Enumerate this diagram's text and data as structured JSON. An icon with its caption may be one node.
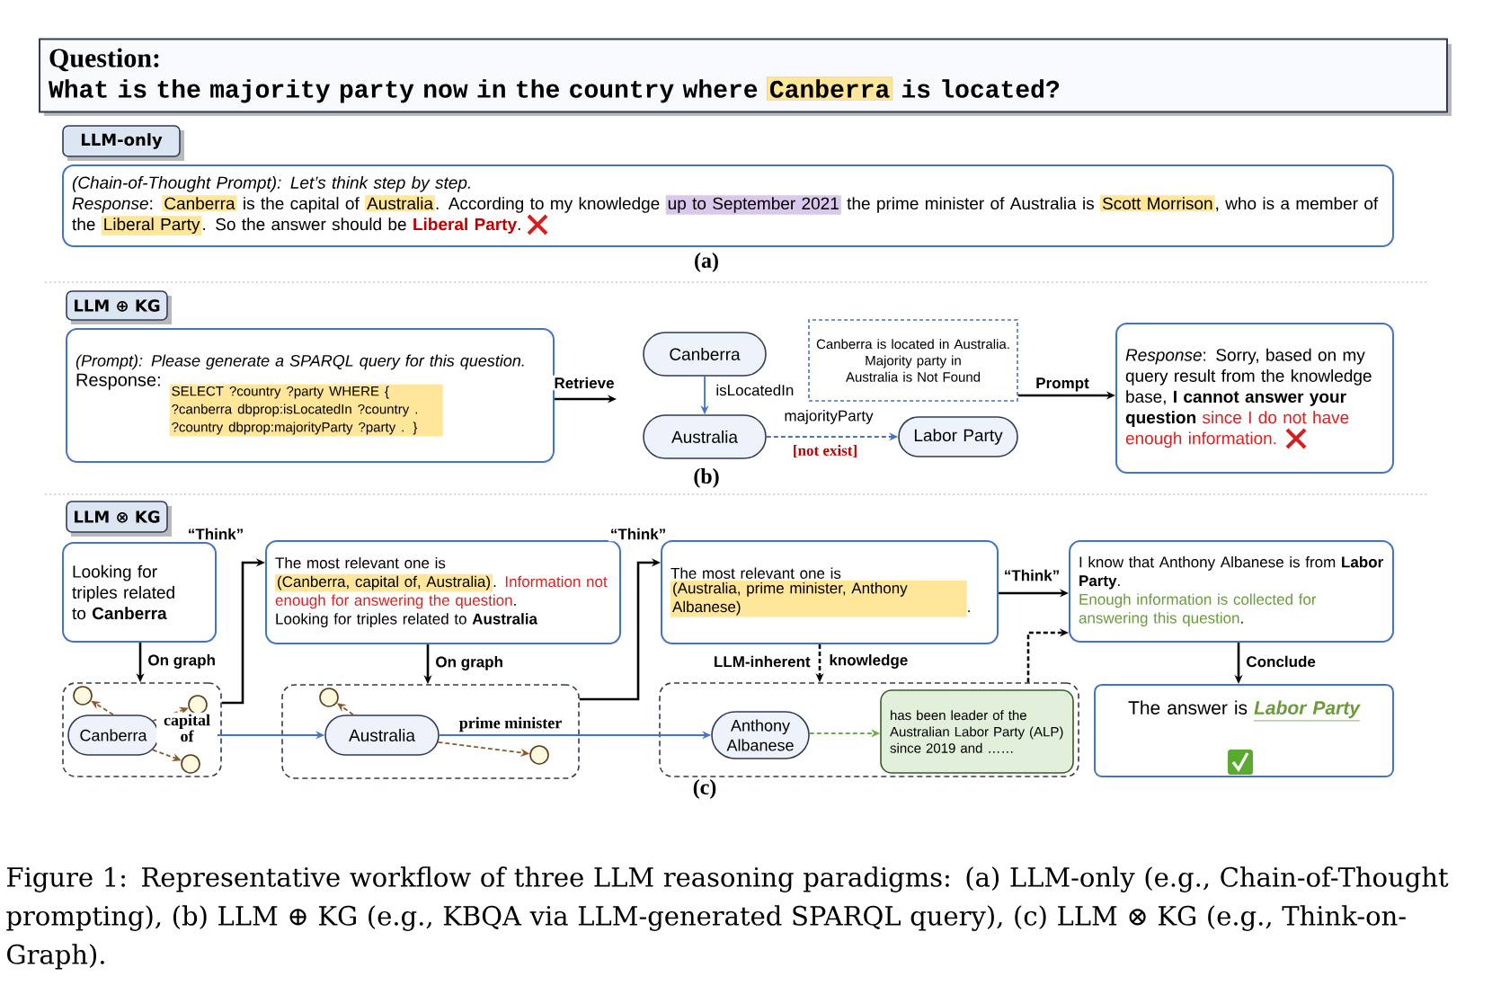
{
  "diagram": {
    "caption": "Figure 1: Representative workflow of three LLM reasoning paradigms: (a) LLM-only (e.g., Chain-of-Thought prompting), (b) LLM ⊕ KG (e.g., KBQA via LLM-generated SPARQL query), (c) LLM ⊗ KG (e.g., Think-on-Graph).",
    "nodes": [
      {
        "text": [
          "Question:",
          "What is the majority party now in the country where",
          "Canberra",
          "is located?"
        ]
      },
      {
        "text": [
          "LLM-only"
        ]
      },
      {
        "text": [
          "(Chain-of-Thought Prompt): Let’s think step by step.",
          "*Response*:",
          "Canberra",
          "is the capital of",
          "Australia",
          ". According to my knowledge",
          "up to September 2021",
          "the prime minister of Australia is",
          "Scott Morrison",
          ", who is a member of the",
          "Liberal Party",
          ". So the answer should be",
          "Liberal Party",
          "."
        ]
      },
      {
        "text": [
          "LLM ⊕ KG"
        ]
      },
      {
        "text": [
          "(Prompt): Please generate a SPARQL query for this question.",
          "Response:",
          "SELECT ?country ?party WHERE { ?canberra dbprop:isLocatedIn ?country . ?country dbprop:majorityParty ?party . }"
        ]
      },
      {
        "text": [
          "Canberra"
        ]
      },
      {
        "text": [
          "Canberra is located in Australia.",
          "Majority party in Australia is Not Found"
        ]
      },
      {
        "text": [
          "Australia"
        ]
      },
      {
        "text": [
          "Labor Party"
        ]
      },
      {
        "text": [
          "*Response*: Sorry, based on my query result from the knowledge base, **I cannot answer your question**",
          "since I do not have enough information."
        ]
      },
      {
        "text": [
          "LLM ⊗ KG"
        ]
      },
      {
        "text": [
          "Looking for triples related to **Canberra**"
        ]
      },
      {
        "text": [
          "The most relevant one is",
          "(Canberra, capital of, Australia)",
          ".",
          "Information not enough for answering the question",
          ".",
          "Looking for triples related to **Australia**"
        ]
      },
      {
        "text": [
          "The most relevant one is",
          "(Australia, prime minister, Anthony Albanese)",
          "."
        ]
      },
      {
        "text": [
          "I know that Anthony Albanese is from **Labor Party**.",
          "Enough information is collected for answering this question",
          "."
        ]
      },
      {
        "text": [],
        "shape": "box"
      },
      {
        "text": [],
        "shape": "circle",
        "in": 15
      },
      {
        "text": [],
        "shape": "circle",
        "in": 15
      },
      {
        "text": [
          "Canberra"
        ],
        "in": 15
      },
      {
        "text": [],
        "shape": "circle",
        "in": 15
      },
      {
        "text": [],
        "shape": "box"
      },
      {
        "text": [],
        "shape": "circle",
        "in": 20
      },
      {
        "text": [
          "Australia"
        ],
        "in": 20
      },
      {
        "text": [],
        "shape": "circle",
        "in": 20
      },
      {
        "text": [],
        "shape": "box"
      },
      {
        "text": [
          "Anthony Albanese"
        ],
        "in": 24
      },
      {
        "text": [
          "has been leader of the Australian Labor Party (ALP) since 2019 and ……"
        ],
        "in": 24
      },
      {
        "text": [
          "The answer is",
          "Labor Party"
        ]
      }
    ],
    "edges": [
      {
        "from": 4,
        "to": null,
        "arrow": "to",
        "label": "Retrieve"
      },
      {
        "from": 5,
        "to": 7,
        "arrow": "to",
        "label": "isLocatedIn",
        "color": "#4472c4"
      },
      {
        "from": 7,
        "to": 8,
        "arrow": "to",
        "label": "majorityParty",
        "style": "dashed",
        "color": "#4472c4"
      },
      {
        "from": 6,
        "to": 9,
        "arrow": "to",
        "label": "Prompt"
      },
      {
        "from": 11,
        "to": 15,
        "arrow": "to",
        "label": "On graph"
      },
      {
        "from": 15,
        "to": 12,
        "arrow": "to",
        "label": "“Think”"
      },
      {
        "from": 12,
        "to": 20,
        "arrow": "to",
        "label": "On graph"
      },
      {
        "from": 20,
        "to": 13,
        "arrow": "to",
        "label": "“Think”"
      },
      {
        "from": 13,
        "to": 24,
        "arrow": "to",
        "style": "dashed"
      },
      {
        "from": 13,
        "to": 14,
        "arrow": "to",
        "label": "“Think”"
      },
      {
        "from": 24,
        "to": 14,
        "arrow": "to",
        "style": "dashed"
      },
      {
        "from": 14,
        "to": 27,
        "arrow": "to",
        "label": "Conclude"
      },
      {
        "from": 18,
        "to": 16,
        "arrow": "to",
        "style": "dashed",
        "color": "#8b5a2b"
      },
      {
        "from": 18,
        "to": 17,
        "arrow": "to",
        "style": "dashed",
        "color": "#8b5a2b"
      },
      {
        "from": 18,
        "to": 19,
        "arrow": "to",
        "style": "dashed",
        "color": "#8b5a2b"
      },
      {
        "from": 18,
        "to": 22,
        "arrow": "to",
        "label": "capital of",
        "color": "#4472c4"
      },
      {
        "from": 22,
        "to": 21,
        "arrow": "to",
        "style": "dashed",
        "color": "#8b5a2b"
      },
      {
        "from": 22,
        "to": 23,
        "arrow": "to",
        "style": "dashed",
        "color": "#8b5a2b"
      },
      {
        "from": 22,
        "to": 25,
        "arrow": "to",
        "label": "prime minister",
        "color": "#4472c4"
      },
      {
        "from": 25,
        "to": 26,
        "arrow": "to",
        "style": "dashed",
        "color": "#70ad47"
      }
    ],
    "labels": [
      "(a)",
      "[not exist]",
      "(b)",
      "LLM-inherent",
      "knowledge",
      "(c)"
    ]
  }
}
